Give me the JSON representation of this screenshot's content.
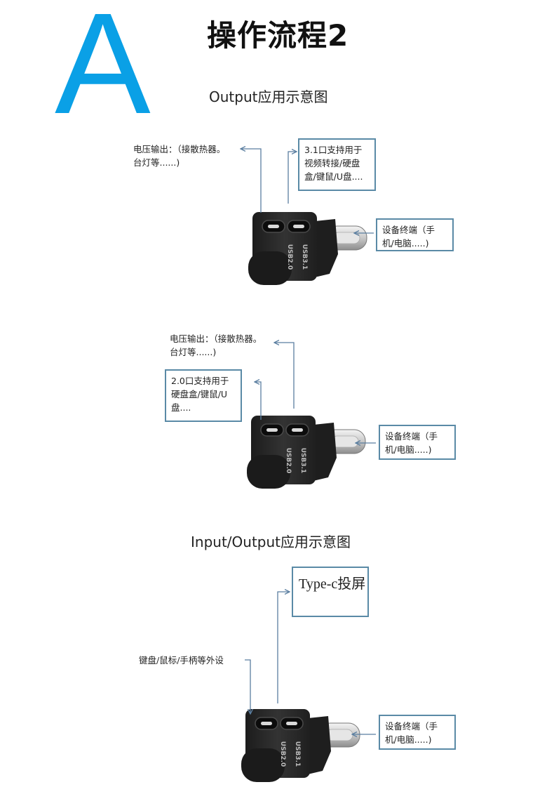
{
  "header": {
    "big_letter": "A",
    "title": "操作流程2"
  },
  "colors": {
    "accent_blue": "#0aa0e6",
    "callout_border": "#5a8aa6",
    "arrow": "#5a7ea0",
    "device_body": "#2a2a2a"
  },
  "section1": {
    "title": "Output应用示意图",
    "voltage_label": [
      "电压输出：（接散热器。",
      "台灯等......)"
    ],
    "usb31_box": [
      "3.1口支持用于",
      "视频转接/硬盘",
      "盒/键鼠/U盘...."
    ],
    "terminal_box": [
      "设备终端（手",
      "机/电脑.....)"
    ]
  },
  "section2": {
    "voltage_label": [
      "电压输出：（接散热器。",
      "台灯等......)"
    ],
    "usb20_box": [
      "2.0口支持用于",
      "硬盘盒/键鼠/U",
      "盘...."
    ],
    "terminal_box": [
      "设备终端（手",
      "机/电脑.....)"
    ]
  },
  "section3": {
    "title": "Input/Output应用示意图",
    "typec_box": "Type-c投屏",
    "peripherals_label": "键盘/鼠标/手柄等外设",
    "terminal_box": [
      "设备终端（手",
      "机/电脑.....)"
    ]
  },
  "device": {
    "port_label_left": "USB2.0",
    "port_label_right": "USB3.1"
  }
}
